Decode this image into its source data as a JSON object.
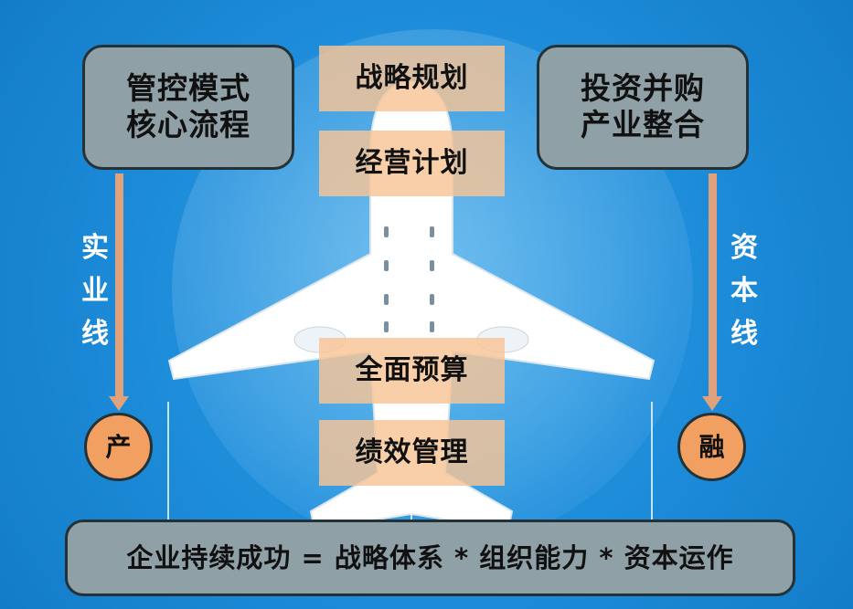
{
  "left_box": {
    "line1": "管控模式",
    "line2": "核心流程"
  },
  "right_box": {
    "line1": "投资并购",
    "line2": "产业整合"
  },
  "center_labels": [
    "战略规划",
    "经营计划",
    "全面预算",
    "绩效管理"
  ],
  "left_vertical": [
    "实",
    "业",
    "线"
  ],
  "right_vertical": [
    "资",
    "本",
    "线"
  ],
  "left_circle": "产",
  "right_circle": "融",
  "formula": "企业持续成功 = 战略体系 * 组织能力 * 资本运作",
  "colors": {
    "background": "#1f8fdc",
    "box_fill": "#8fa0a6",
    "center_label_fill": "#f8c496",
    "circle_fill": "#f2a061",
    "arrow": "#e0a27c",
    "plane": "#ffffff"
  }
}
